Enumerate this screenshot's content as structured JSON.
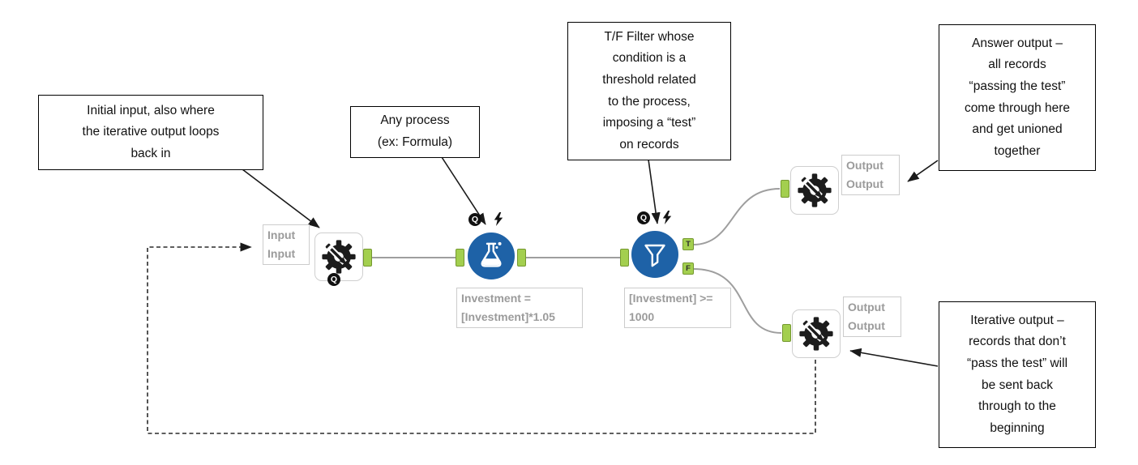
{
  "callouts": {
    "initial_input": {
      "lines": [
        "Initial input, also where",
        "the iterative output loops",
        "back in"
      ]
    },
    "any_process": {
      "lines": [
        "Any process",
        "(ex: Formula)"
      ]
    },
    "tf_filter": {
      "lines": [
        "T/F Filter whose",
        "condition is a",
        "threshold related",
        "to the process,",
        "imposing a “test”",
        "on records"
      ]
    },
    "answer_output": {
      "lines": [
        "Answer output –",
        "all records",
        "“passing the test”",
        "come through here",
        "and get unioned",
        "together"
      ]
    },
    "iterative_output": {
      "lines": [
        "Iterative output –",
        "records that don’t",
        "“pass the test” will",
        "be sent back",
        "through to the",
        "beginning"
      ]
    }
  },
  "tools": {
    "macro_input": {
      "annotation": [
        "Input",
        "Input"
      ],
      "badge": "Q"
    },
    "formula": {
      "annotation": [
        "Investment =",
        "[Investment]*1.05"
      ],
      "badge": "Q"
    },
    "filter": {
      "annotation": [
        "[Investment] >=",
        "1000"
      ],
      "badge": "Q",
      "true_anchor": "T",
      "false_anchor": "F"
    },
    "macro_output_top": {
      "annotation": [
        "Output",
        "Output"
      ]
    },
    "macro_output_bottom": {
      "annotation": [
        "Output",
        "Output"
      ]
    }
  },
  "colors": {
    "tool_blue": "#1e62a7",
    "anchor_green": "#a3cf4f",
    "anchor_border": "#74982f",
    "annotation_gray": "#9b9b9b",
    "connection_gray": "#9e9e9e",
    "callout_border": "#000000"
  }
}
